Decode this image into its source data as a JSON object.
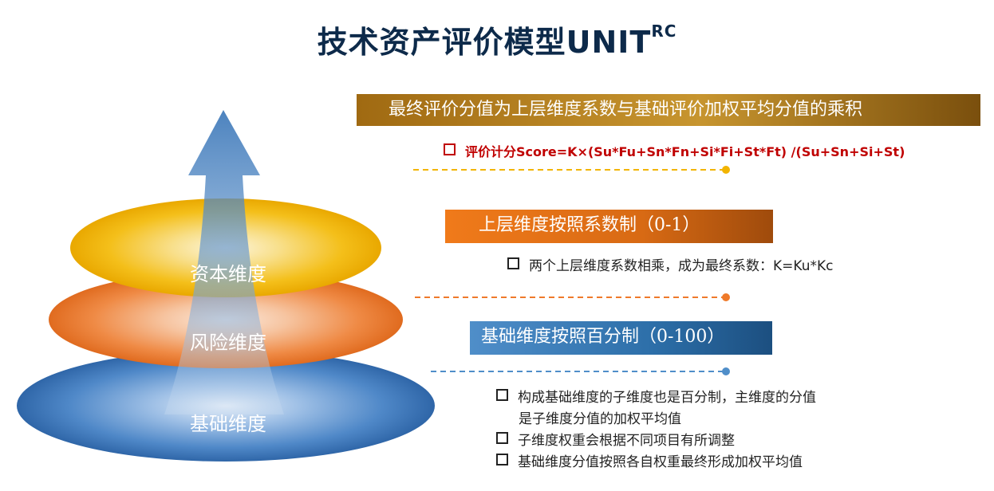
{
  "title": {
    "main": "技术资产评价模型UNIT",
    "superscript": "RC"
  },
  "top": {
    "banner": "最终评价分值为上层维度系数与基础评价加权平均分值的乘积",
    "formula": "评价计分Score=K×(Su*Fu+Sn*Fn+Si*Fi+St*Ft)  /(Su+Sn+Si+St)"
  },
  "middle": {
    "banner": "上层维度按照系数制（0-1）",
    "bullet": "两个上层维度系数相乘，成为最终系数：K=Ku*Kc"
  },
  "base": {
    "banner": "基础维度按照百分制（0-100）",
    "bullets": [
      "构成基础维度的子维度也是百分制，主维度的分值",
      "是子维度分值的加权平均值",
      "子维度权重会根据不同项目有所调整",
      "基础维度分值按照各自权重最终形成加权平均值"
    ]
  },
  "pyramid": {
    "capital": "资本维度",
    "risk": "风险维度",
    "basic": "基础维度"
  },
  "colors": {
    "gold": "#f2b400",
    "orange": "#ef7a2a",
    "blue": "#3f7fc6",
    "arrow": "#2f6fb3"
  }
}
